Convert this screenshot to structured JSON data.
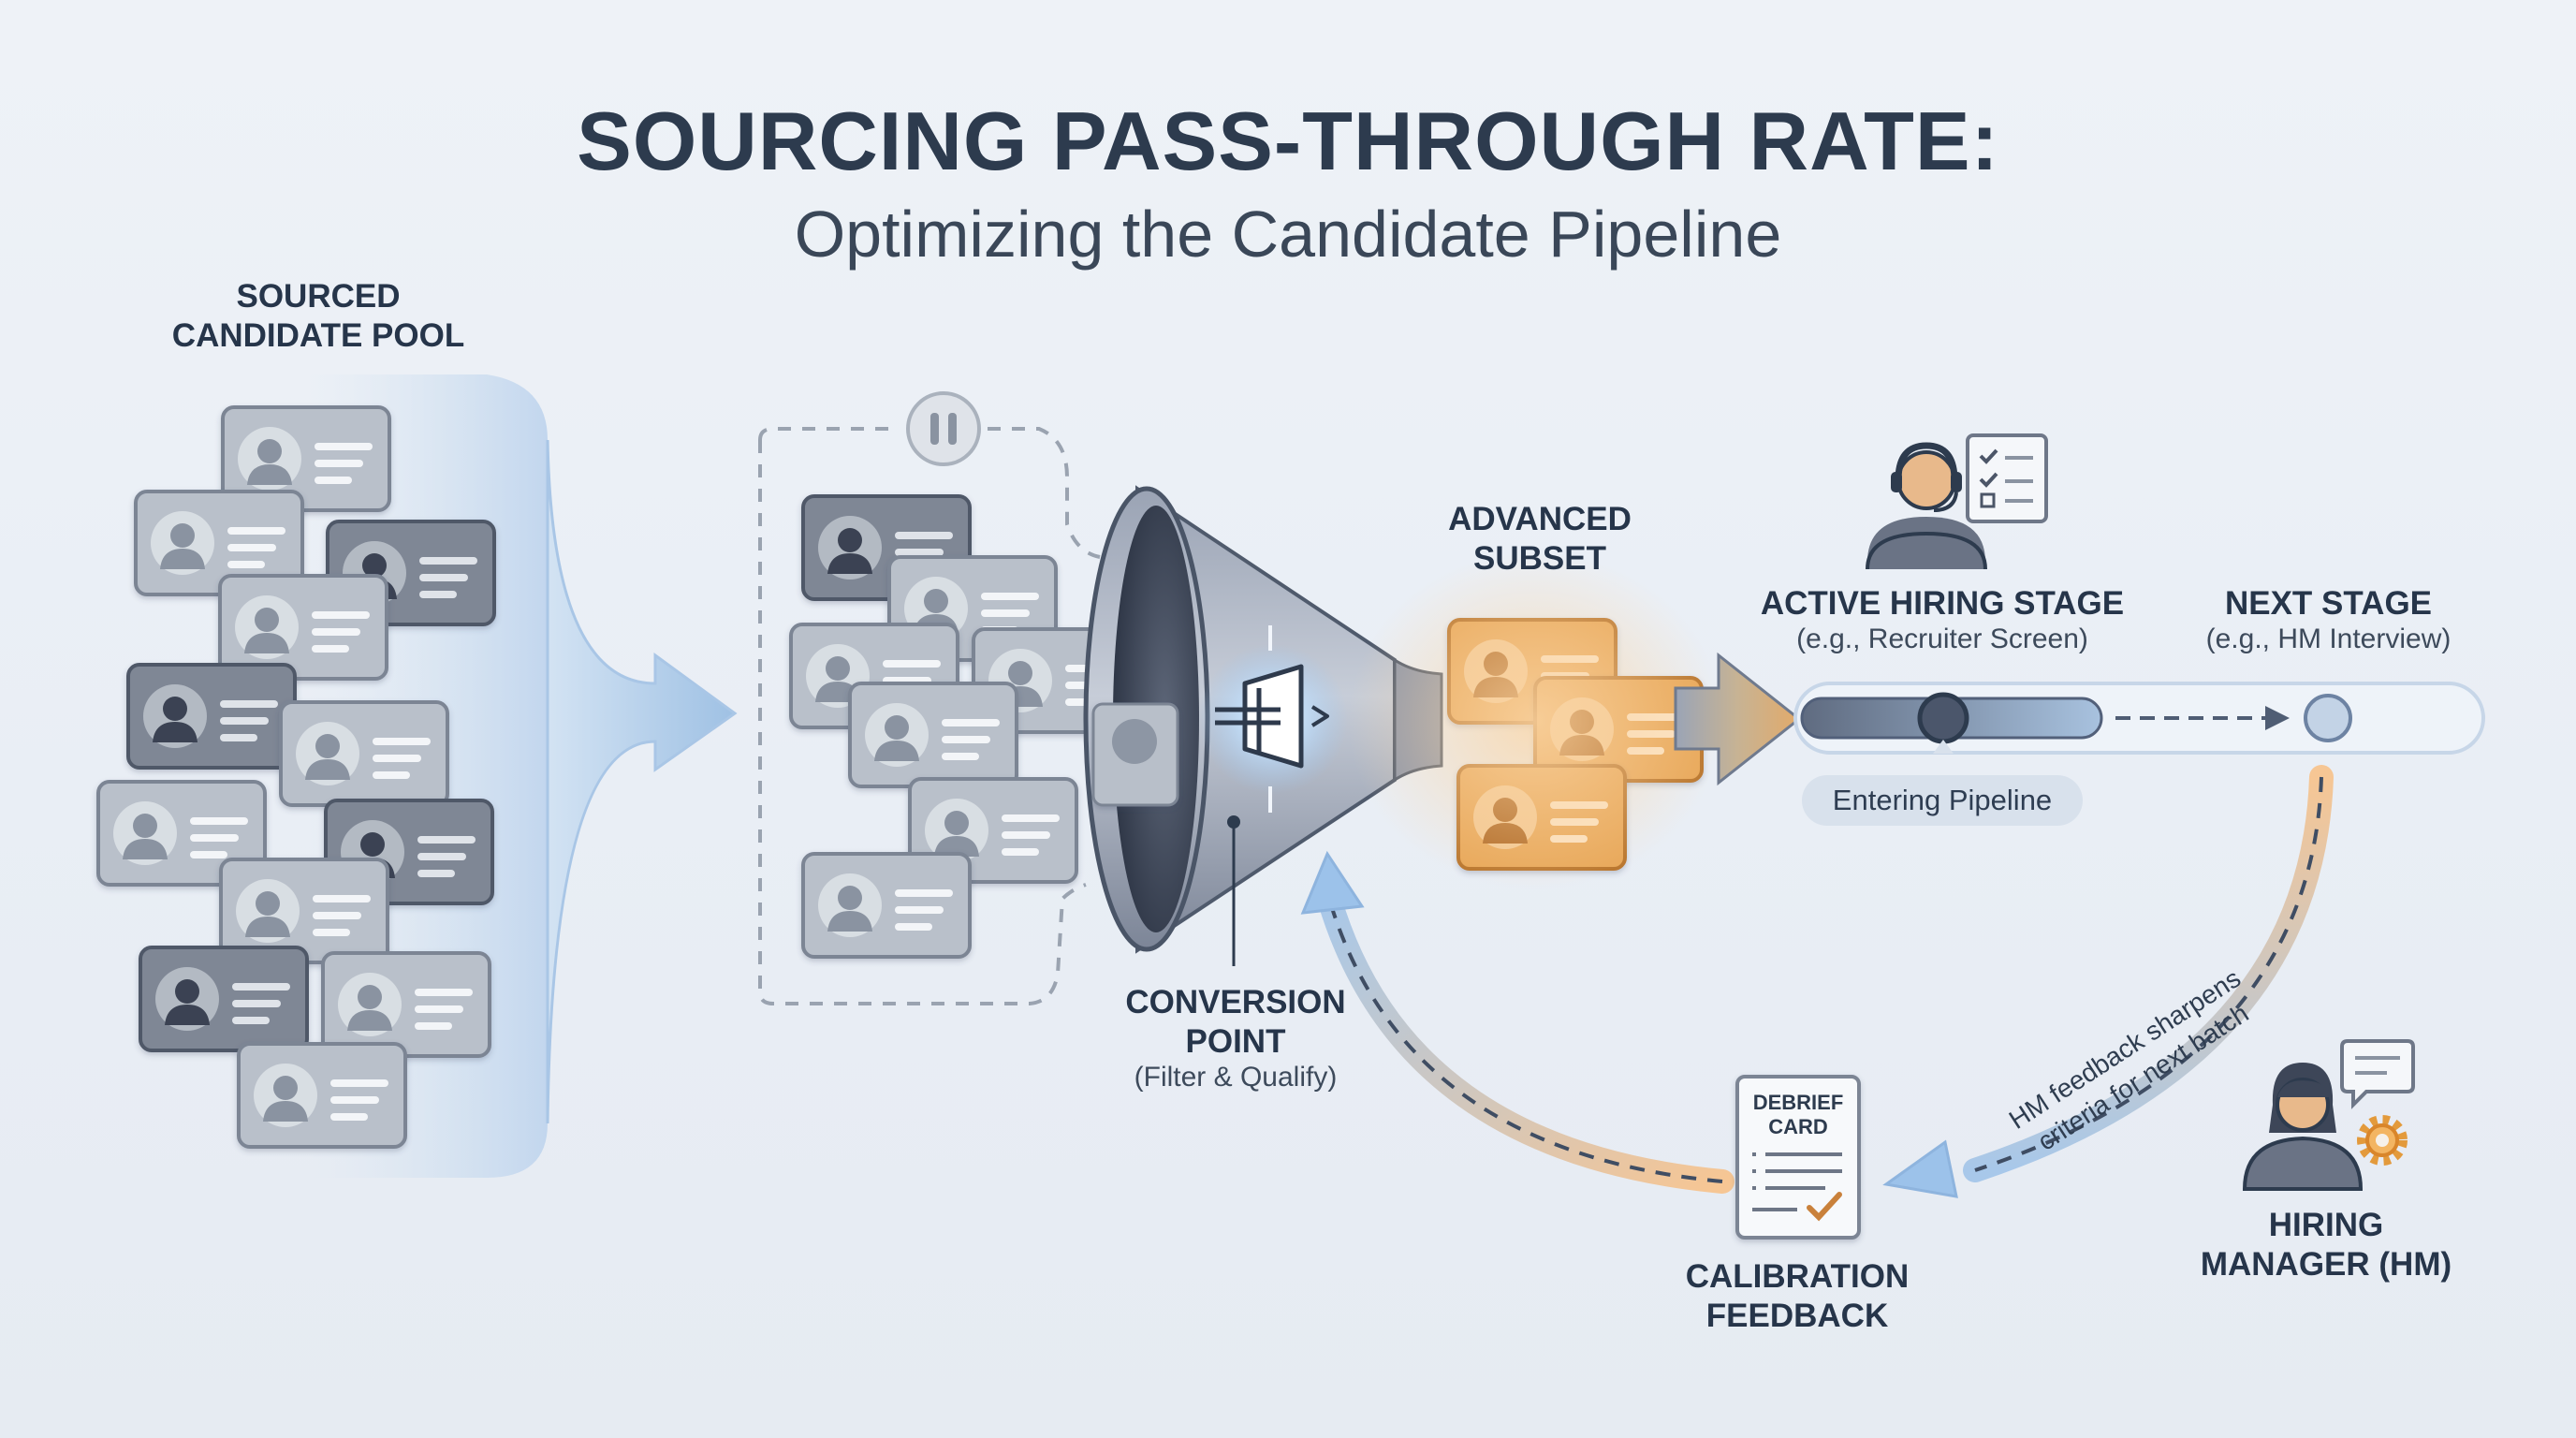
{
  "title": "SOURCING PASS-THROUGH RATE:",
  "subtitle": "Optimizing the Candidate Pipeline",
  "pool": {
    "label_line1": "SOURCED",
    "label_line2": "CANDIDATE POOL"
  },
  "conversion": {
    "label_line1": "CONVERSION",
    "label_line2": "POINT",
    "sub": "(Filter & Qualify)"
  },
  "advanced": {
    "label_line1": "ADVANCED",
    "label_line2": "SUBSET"
  },
  "active_stage": {
    "label": "ACTIVE HIRING STAGE",
    "sub": "(e.g., Recruiter Screen)"
  },
  "next_stage": {
    "label": "NEXT STAGE",
    "sub": "(e.g., HM Interview)"
  },
  "entering_pill": "Entering Pipeline",
  "feedback_note": {
    "line1": "HM feedback sharpens",
    "line2": "criteria for next batch"
  },
  "debrief_card": {
    "line1": "DEBRIEF",
    "line2": "CARD"
  },
  "calibration": {
    "label_line1": "CALIBRATION",
    "label_line2": "FEEDBACK"
  },
  "hiring_manager": {
    "label_line1": "HIRING",
    "label_line2": "MANAGER (HM)"
  },
  "icons": {
    "pause": "pause-icon",
    "gate": "gate-icon",
    "recruiter": "recruiter-headset-icon",
    "checklist": "checklist-icon",
    "manager": "hiring-manager-icon",
    "chat": "speech-bubble-icon",
    "gear": "gear-icon",
    "checkmark": "checkmark-icon"
  },
  "colors": {
    "gray_card": "#7f8795",
    "light_card": "#b9c0ca",
    "orange_card": "#e8a85a",
    "blue_accent": "#8fb3dc",
    "orange_accent": "#f0b070",
    "dark_text": "#2d3b4e"
  }
}
